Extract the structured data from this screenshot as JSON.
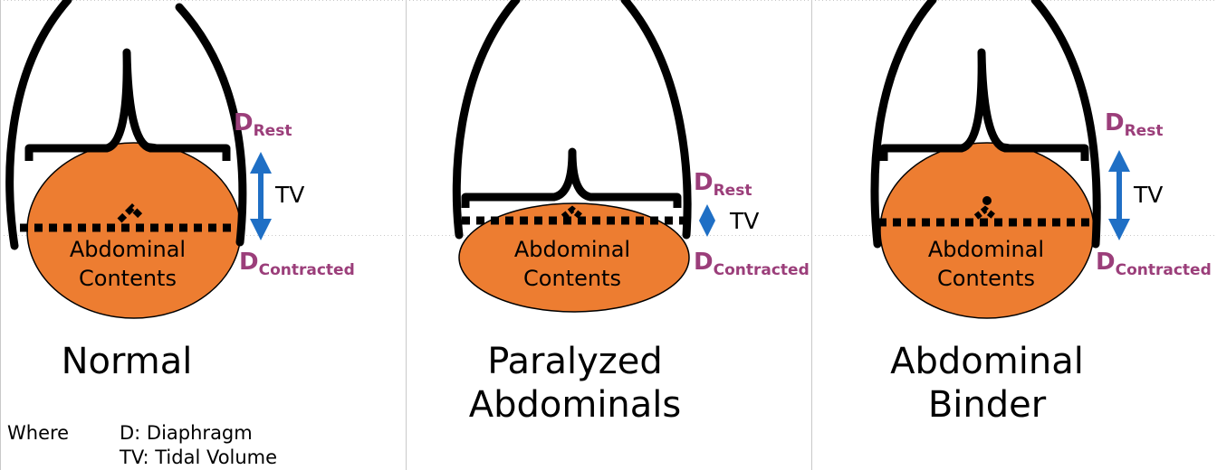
{
  "colors": {
    "abdomen_fill": "#ED7D31",
    "outline": "#000000",
    "arrow": "#1F6FC5",
    "diaphragm_label": "#9B3E7A"
  },
  "panels": [
    {
      "caption": "Normal",
      "abdomen_label_line1": "Abdominal",
      "abdomen_label_line2": "Contents",
      "rest_label": "D",
      "rest_sub": "Rest",
      "contracted_label": "D",
      "contracted_sub": "Contracted",
      "tv_label": "TV",
      "excursion": "large"
    },
    {
      "caption_line1": "Paralyzed",
      "caption_line2": "Abdominals",
      "abdomen_label_line1": "Abdominal",
      "abdomen_label_line2": "Contents",
      "rest_label": "D",
      "rest_sub": "Rest",
      "contracted_label": "D",
      "contracted_sub": "Contracted",
      "tv_label": "TV",
      "excursion": "small"
    },
    {
      "caption_line1": "Abdominal",
      "caption_line2": "Binder",
      "abdomen_label_line1": "Abdominal",
      "abdomen_label_line2": "Contents",
      "rest_label": "D",
      "rest_sub": "Rest",
      "contracted_label": "D",
      "contracted_sub": "Contracted",
      "tv_label": "TV",
      "excursion": "large"
    }
  ],
  "legend": {
    "where": "Where",
    "line1": "D: Diaphragm",
    "line2": "TV: Tidal Volume"
  }
}
